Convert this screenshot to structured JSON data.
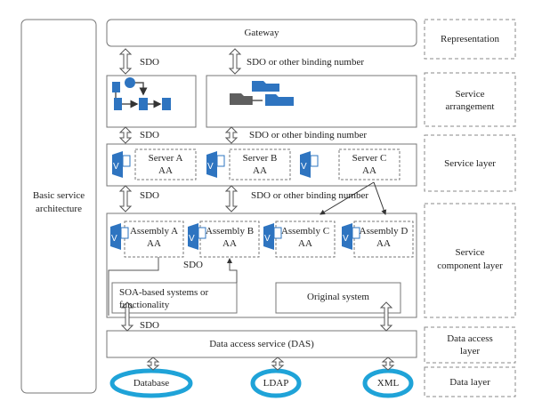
{
  "left_panel": {
    "title": "Basic service architecture"
  },
  "gateway": "Gateway",
  "layer_labels": {
    "representation": "Representation",
    "service_arrangement": "Service arrangement",
    "service_layer": "Service layer",
    "service_component_layer": "Service component layer",
    "data_access_layer": "Data access layer",
    "data_layer": "Data layer"
  },
  "connectors": {
    "sdo": "SDO",
    "sdo_binding": "SDO or other binding number"
  },
  "servers": [
    {
      "name": "Server A",
      "sub": "AA"
    },
    {
      "name": "Server B",
      "sub": "AA"
    },
    {
      "name": "Server C",
      "sub": "AA"
    }
  ],
  "assemblies": [
    {
      "name": "Assembly A",
      "sub": "AA"
    },
    {
      "name": "Assembly B",
      "sub": "AA"
    },
    {
      "name": "Assembly C",
      "sub": "AA"
    },
    {
      "name": "Assembly D",
      "sub": "AA"
    }
  ],
  "systems": {
    "soa": "SOA-based systems or functionality",
    "original": "Original system"
  },
  "das": "Data access service (DAS)",
  "data_stores": [
    "Database",
    "LDAP",
    "XML"
  ],
  "colors": {
    "blue": "#2e74c0",
    "dark_gray": "#5f5f5f",
    "database_ring": "#1fa3d8",
    "line": "#666666",
    "text": "#222222"
  },
  "icons": [
    "process-flow-icon",
    "folder-icon",
    "service-icon",
    "database-icon"
  ]
}
